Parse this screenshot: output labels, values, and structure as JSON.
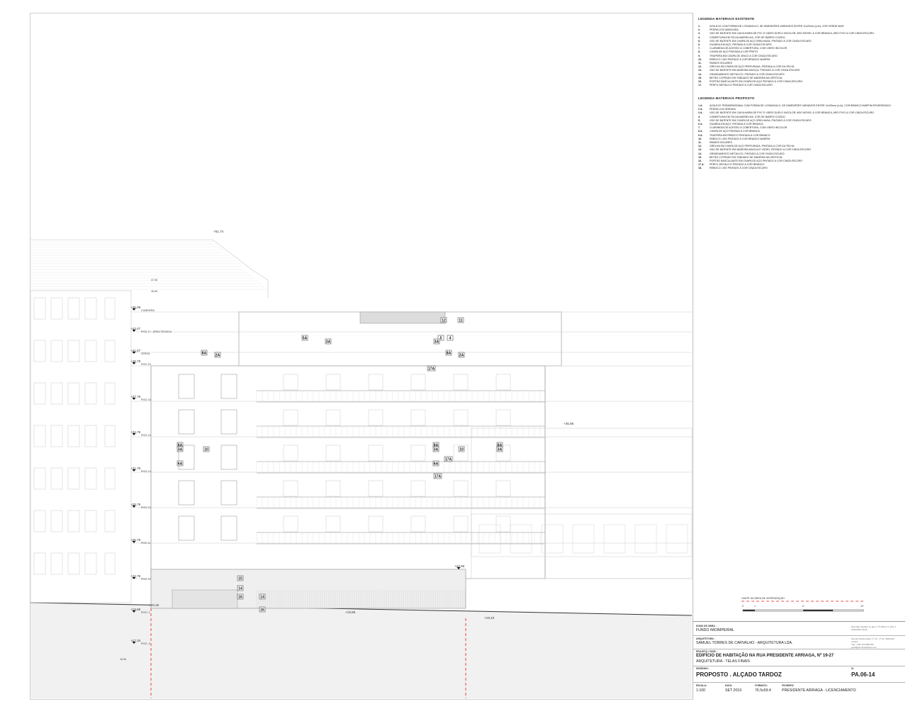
{
  "legend_existing": {
    "title": "LEGENDA MATERIAIS EXISTENTE",
    "items": [
      {
        "num": "1.",
        "text": "AZULEJO COM FORMA DE LOSANGULO, DE DIMENSÕES VARIÁVEIS ENTRE 11x20mm (Lxh), COR VERDE MAR"
      },
      {
        "num": "2.",
        "text": "PEDRA LIOZ AMACIADA"
      },
      {
        "num": "3.",
        "text": "VÃO DE BATENTE EM CAIXILHARIA DE PVC E VIDRO DUPLO INCOLOR, ARO MÓVEL À COR BRANCA, ARO FIXO À COR CINZA ESCURO"
      },
      {
        "num": "4.",
        "text": "COBERTURA EM TELHA MARSELHA, COR DE BARRO COZIDO"
      },
      {
        "num": "5.",
        "text": "VÃO DE BATENTE EM CHAPA DE AÇO GRELHADA, PINTADO À COR CINZA ESCURO"
      },
      {
        "num": "6.",
        "text": "GUARDA EM AÇO, PINTADA À COR CINZA ESCURO"
      },
      {
        "num": "7.",
        "text": "CLARABÓIA DE ACESSO À COBERTURA, COM VIDRO INCOLOR"
      },
      {
        "num": "8.",
        "text": "CHAPA DE AÇO PINTADA À COR PRETO"
      },
      {
        "num": "9.",
        "text": "TRAPEIRA EM CHAPA DE ZINCO À COR CINZA ESCURO"
      },
      {
        "num": "10.",
        "text": "REBOCO LISO PINTADO À COR BRANCO MARFIM"
      },
      {
        "num": "11.",
        "text": "PAINEIS SOLARES"
      },
      {
        "num": "12.",
        "text": "GRELHA EM CHAPA DE AÇO PERFURADA, PINTADA À COR DA TELHA"
      },
      {
        "num": "13.",
        "text": "VÃO DE BATENTE EM MADEIRA MACIÇA, PINTADO À COR CINZA ESCURO"
      },
      {
        "num": "14.",
        "text": "GRADEAMENTO METÁLICO, PINTADO À COR CINZA ESCURO"
      },
      {
        "num": "15.",
        "text": "BETÃO COFRADO EM TABUADO DE MADEIRA NA VERTICAL"
      },
      {
        "num": "16.",
        "text": "PORTÃO BASCULANTE EM CHAPA DE AÇO PINTADO À COR CINZA ESCURO"
      },
      {
        "num": "17.",
        "text": "PERFIL METÁLICO PINTADO À COR CINZA ESCURO"
      }
    ]
  },
  "legend_proposed": {
    "title": "LEGENDA MATERIAIS PROPOSTO",
    "items": [
      {
        "num": "1 A.",
        "text": "AZULEJO TRIDIMENSIONAL COM FORMA DE LOSANGULO, DE DIMENSÕES VARIÁVEIS ENTRE 11x20mm (Lxh), COR BRANCO MARFIM ESVERDEADO"
      },
      {
        "num": "2 A.",
        "text": "PEDRA LIOZ AREADA"
      },
      {
        "num": "3 A.",
        "text": "VÃO DE BATENTE EM CAIXILHARIA DE PVC E VIDRO DUPLO INCOLOR, ARO MÓVEL À COR BRANCA, ARO FIXO À COR CINZA ESCURO"
      },
      {
        "num": "4.",
        "text": "COBERTURA EM TELHA MARSELHA, COR DE BARRO COZIDO"
      },
      {
        "num": "5.",
        "text": "VÃO DE BATENTE EM CHAPA DE AÇO GRELHADA, PINTADO À COR CINZA ESCURO"
      },
      {
        "num": "6 A.",
        "text": "GUARDA EM AÇO, PINTADA À COR BRANCA"
      },
      {
        "num": "7.",
        "text": "CLARABÓIA DE ACESSO À COBERTURA, COM VIDRO INCOLOR"
      },
      {
        "num": "8 A.",
        "text": "CHAPA DE AÇO PINTADA À COR BRANCA"
      },
      {
        "num": "9 A.",
        "text": "TRAPEIRA EM REBOCO PINTADA À COR BRANCO"
      },
      {
        "num": "10.",
        "text": "REBOCO LISO PINTADO À COR BRANCO MARFIM"
      },
      {
        "num": "11.",
        "text": "PAINEIS SOLARES"
      },
      {
        "num": "12.",
        "text": "GRELHA EM CHAPA DE AÇO PERFURADA, PINTADA À COR DA TELHA"
      },
      {
        "num": "13.",
        "text": "VÃO DE BATENTE EM MADEIRA MACIÇA E VIDRO, PINTADO À COR CINZA ESCURO"
      },
      {
        "num": "14.",
        "text": "GRADEAMENTO METÁLICO, PINTADO À COR CINZA ESCURO"
      },
      {
        "num": "15.",
        "text": "BETÃO COFRADO EM TABUADO DE MADEIRA NA VERTICAL"
      },
      {
        "num": "16.",
        "text": "PORTÃO BASCULANTE EM CHAPA DE AÇO PINTADO À COR CINZA ESCURO"
      },
      {
        "num": "17 A.",
        "text": "PERFIL METÁLICO PINTADO À COR BRANCO"
      },
      {
        "num": "18.",
        "text": "REBOCO LISO PINTADO À COR CINZA ESCURO"
      }
    ]
  },
  "levels": {
    "top_roof": "+51,74",
    "right_elev": "+35,66",
    "mid_elev": "+23,66",
    "ground_left": "+20,46",
    "ground_mid": "+19,86",
    "ground_right": "+19,43",
    "small_top1": "47,06",
    "small_top2": "46,56",
    "small_bottom": "16,06"
  },
  "floor_levels": [
    {
      "value": "+45,09",
      "label": "CUMEEIRA"
    },
    {
      "value": "+43,47",
      "label": "PISO 17 - ÁREA TÉCNICA"
    },
    {
      "value": "+41,57",
      "label": "VERGA"
    },
    {
      "value": "+40,76",
      "label": "PISO 16"
    },
    {
      "value": "+37,76",
      "label": "PISO 15"
    },
    {
      "value": "+34,76",
      "label": "PISO 14"
    },
    {
      "value": "+31,76",
      "label": "PISO 13"
    },
    {
      "value": "+28,76",
      "label": "PISO 12"
    },
    {
      "value": "+25,76",
      "label": "PISO 11"
    },
    {
      "value": "+22,76",
      "label": "PISO 10"
    },
    {
      "value": "+19,86",
      "label": "PISO -1"
    },
    {
      "value": "+17,34",
      "label": "PISO -2"
    }
  ],
  "tags": [
    "12",
    "11",
    "5A",
    "3A",
    "5",
    "4",
    "3A",
    "8A",
    "2A",
    "8A",
    "2A",
    "17A",
    "8A",
    "3A",
    "10",
    "8A",
    "3A",
    "10",
    "8A",
    "3A",
    "17A",
    "6A",
    "6A",
    "17A",
    "15",
    "14",
    "16",
    "14",
    "16"
  ],
  "scale_bar": {
    "title": "LIMITE DA ÁREA DE INTERVENÇÃO",
    "ticks": [
      "0",
      "1",
      "5",
      "10"
    ]
  },
  "title_block": {
    "owner_label": "DONO DE OBRA :",
    "owner": "FUNDO IMOIMPERIAL",
    "owner_address": "Rua São Caetano à Lapa, nº 8, Bloco C, Piso 1 1200-829 Lisboa",
    "architect_label": "ARQUITETURA :",
    "architect": "SAMUEL TORRES DE CARVALHO - ARQUITETURA LDA.",
    "architect_address": "Rua de Vitória Inácio, nº 16 - 1º A1, 1600-203 Lisboa",
    "architect_contact": "TEL: +351 213 886 592",
    "architect_email": "geral@stc-arquitetura.com",
    "project_label": "PROJETO / FASE :",
    "project": "EDIFÍCIO DE HABITAÇÃO NA RUA PRESIDENTE ARRIAGA, Nº 19-27",
    "phase": "ARQUITETURA - TELAS FINAIS",
    "drawing_label": "DESENHO:",
    "drawing": "PROPOSTO . ALÇADO TARDOZ",
    "number_label": "Nº",
    "number": "PA.06-14",
    "scale_label": "ESCALA:",
    "scale": "1:100",
    "date_label": "DATA:",
    "date": "SET 2019",
    "format_label": "FORMATO:",
    "format": "76.5x59.4",
    "file_label": "FICHEIRO:",
    "file": "PRESIDENTE ARRIAGA - LICENCIAMENTO"
  },
  "colors": {
    "line": "#8a8a8a",
    "light_line": "#c8c8c8",
    "ground_fill": "#f1f1f1",
    "section_red": "#e0191e",
    "hatch": "#d8d8d8"
  }
}
